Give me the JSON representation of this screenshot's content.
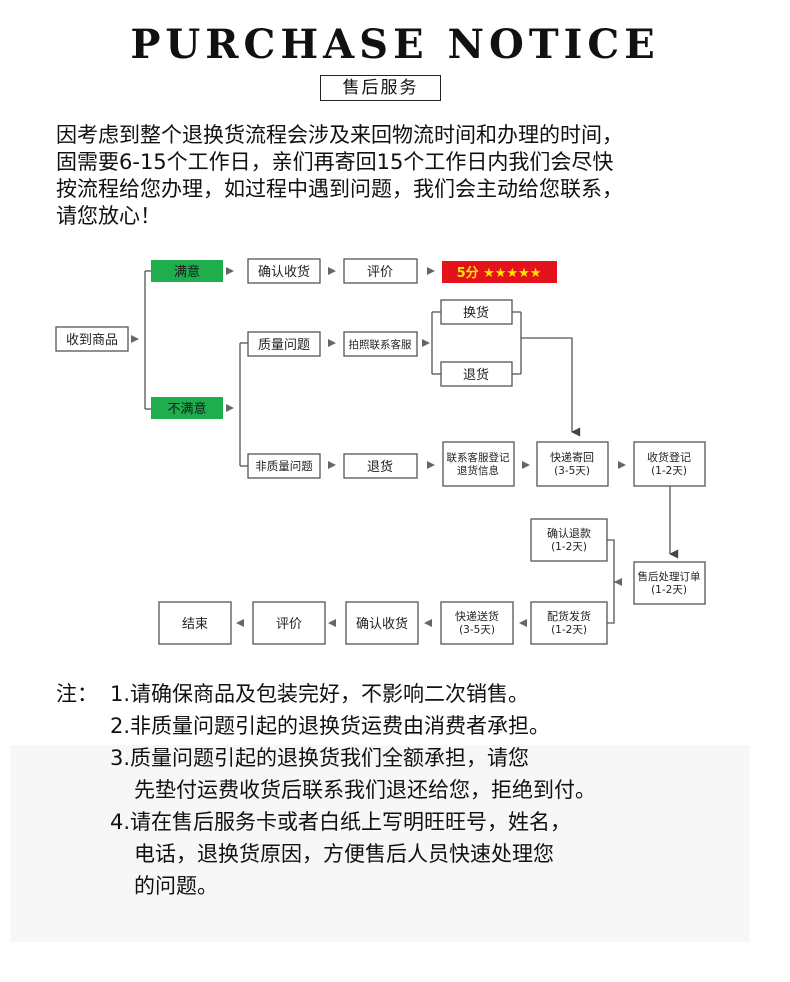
{
  "header": {
    "title": "PURCHASE  NOTICE",
    "subtitle": "售后服务"
  },
  "intro": [
    "因考虑到整个退换货流程会涉及来回物流时间和办理的时间，",
    "固需要6-15个工作日，亲们再寄回15个工作日内我们会尽快",
    "按流程给您办理，如过程中遇到问题，我们会主动给您联系，",
    "请您放心！"
  ],
  "flow": {
    "receive": "收到商品",
    "satisfied": "满意",
    "confirm_receipt": "确认收货",
    "review": "评价",
    "five_star": "5分 ★★★★★",
    "unsatisfied": "不满意",
    "quality_issue": "质量问题",
    "photo_contact": "拍照联系客服",
    "exchange": "换货",
    "return": "退货",
    "non_quality_issue": "非质量问题",
    "return2": "退货",
    "contact_register": [
      "联系客服登记",
      "退货信息"
    ],
    "express_send_back": [
      "快递寄回",
      "(3-5天)"
    ],
    "receipt_register": [
      "收货登记",
      "(1-2天)"
    ],
    "confirm_refund": [
      "确认退款",
      "(1-2天)"
    ],
    "after_sale_process": [
      "售后处理订单",
      "(1-2天)"
    ],
    "end": "结束",
    "review2": "评价",
    "confirm_receipt2": "确认收货",
    "express_delivery": [
      "快递送货",
      "(3-5天)"
    ],
    "prepare_ship": [
      "配货发货",
      "(1-2天)"
    ],
    "colors": {
      "green": "#1fad4e",
      "red": "#e4131b",
      "star": "#ffe400",
      "line": "#555555"
    }
  },
  "notes": {
    "prefix": "注：",
    "items": [
      "1.请确保商品及包装完好，不影响二次销售。",
      "2.非质量问题引起的退换货运费由消费者承担。",
      "3.质量问题引起的退换货我们全额承担，请您",
      "先垫付运费收货后联系我们退还给您，拒绝到付。",
      "4.请在售后服务卡或者白纸上写明旺旺号，姓名，",
      "电话，退换货原因，方便售后人员快速处理您",
      "的问题。"
    ]
  }
}
